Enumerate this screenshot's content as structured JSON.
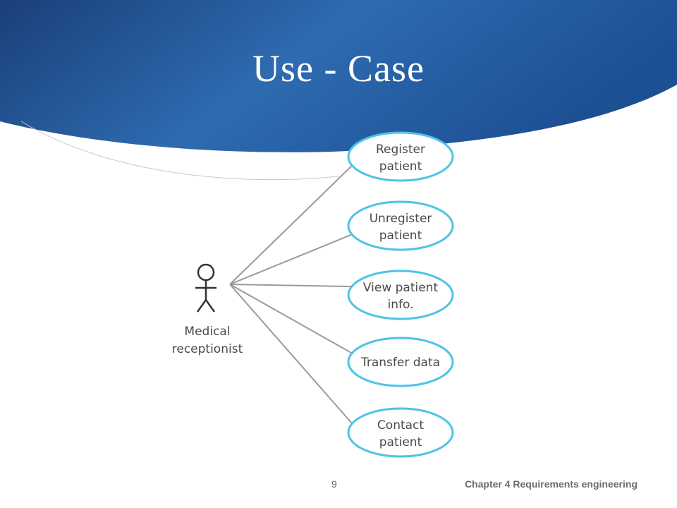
{
  "slide": {
    "title": "Use - Case",
    "page_number": "9",
    "footer": "Chapter 4 Requirements engineering"
  },
  "colors": {
    "header_dark": "#1c4a8a",
    "header_light": "#3b82c4",
    "ellipse_stroke": "#4fc3e6",
    "connector": "#9a9a9a",
    "text": "#4a4a4a"
  },
  "diagram": {
    "actor": {
      "icon": "stick-figure-icon",
      "label_lines": [
        "Medical",
        "receptionist"
      ]
    },
    "use_cases": [
      {
        "lines": [
          "Register",
          "patient"
        ]
      },
      {
        "lines": [
          "Unregister",
          "patient"
        ]
      },
      {
        "lines": [
          "View patient",
          "info."
        ]
      },
      {
        "lines": [
          "Transfer data"
        ]
      },
      {
        "lines": [
          "Contact",
          "patient"
        ]
      }
    ]
  }
}
